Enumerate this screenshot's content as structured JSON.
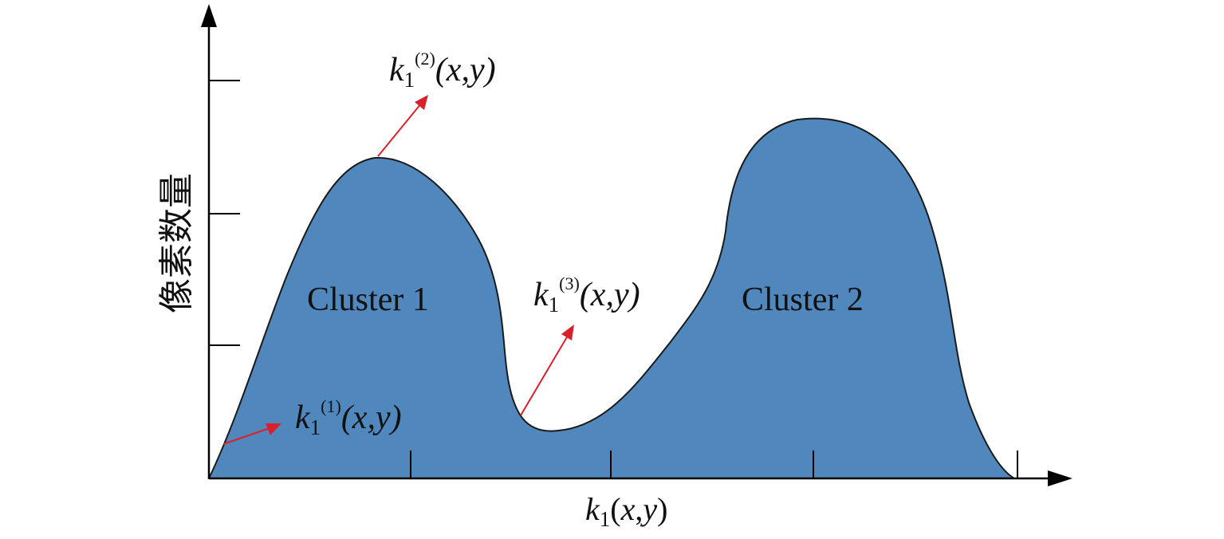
{
  "diagram": {
    "y_axis_label": "像素数量",
    "x_axis_label": {
      "k": "k",
      "sub": "1",
      "args_open": "(",
      "x": "x",
      "comma": ",",
      "y": "y",
      "args_close": ")"
    },
    "clusters": [
      {
        "label": "Cluster 1"
      },
      {
        "label": "Cluster 2"
      }
    ],
    "annotations": [
      {
        "k": "k",
        "sub": "1",
        "sup": "(1)",
        "args": "(x,y)"
      },
      {
        "k": "k",
        "sub": "1",
        "sup": "(2)",
        "args": "(x,y)"
      },
      {
        "k": "k",
        "sub": "1",
        "sup": "(3)",
        "args": "(x,y)"
      }
    ],
    "colors": {
      "fill": "#5088bd",
      "outline": "#1a1a1a",
      "arrow": "#d9212b",
      "axis": "#000000",
      "text": "#111111"
    }
  }
}
